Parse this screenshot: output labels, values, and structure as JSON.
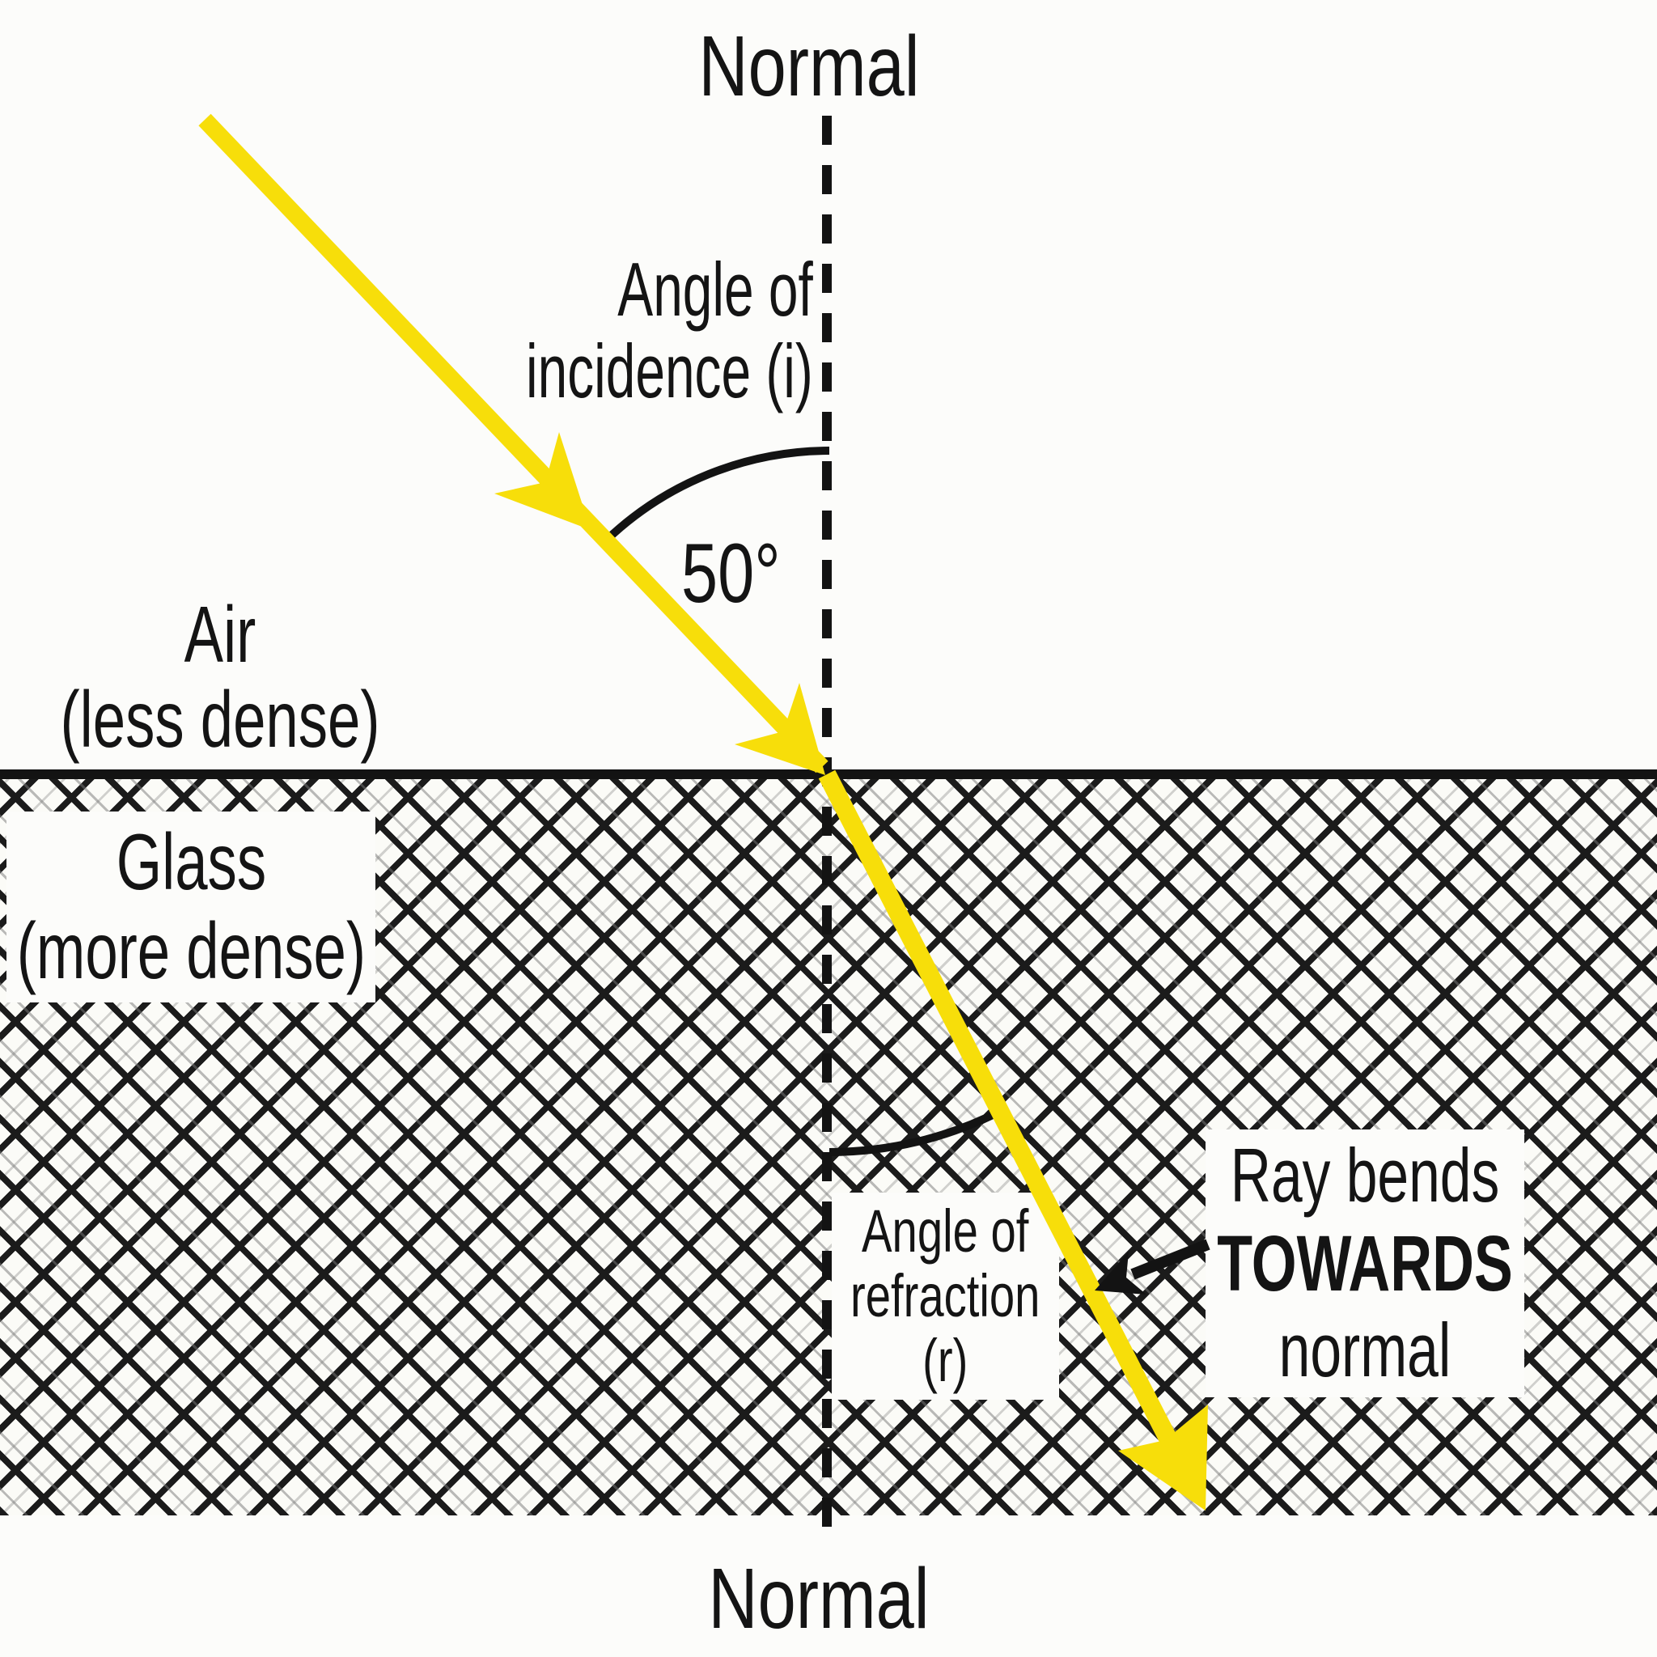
{
  "diagram": {
    "normal_top_label": "Normal",
    "normal_bottom_label": "Normal",
    "incidence": {
      "label_line1": "Angle of",
      "label_line2": "incidence (i)",
      "angle_value": "50°"
    },
    "refraction": {
      "label_line1": "Angle of",
      "label_line2": "refraction",
      "label_line3": "(r)"
    },
    "medium_top": {
      "name": "Air",
      "density_note": "(less dense)"
    },
    "medium_bottom": {
      "name": "Glass",
      "density_note": "(more dense)"
    },
    "annotation": {
      "line1": "Ray bends",
      "line2": "TOWARDS",
      "line3": "normal"
    },
    "colors": {
      "ray_yellow": "#F7DE0A",
      "ink_black": "#141414",
      "paper_white": "#FCFCFA"
    }
  }
}
